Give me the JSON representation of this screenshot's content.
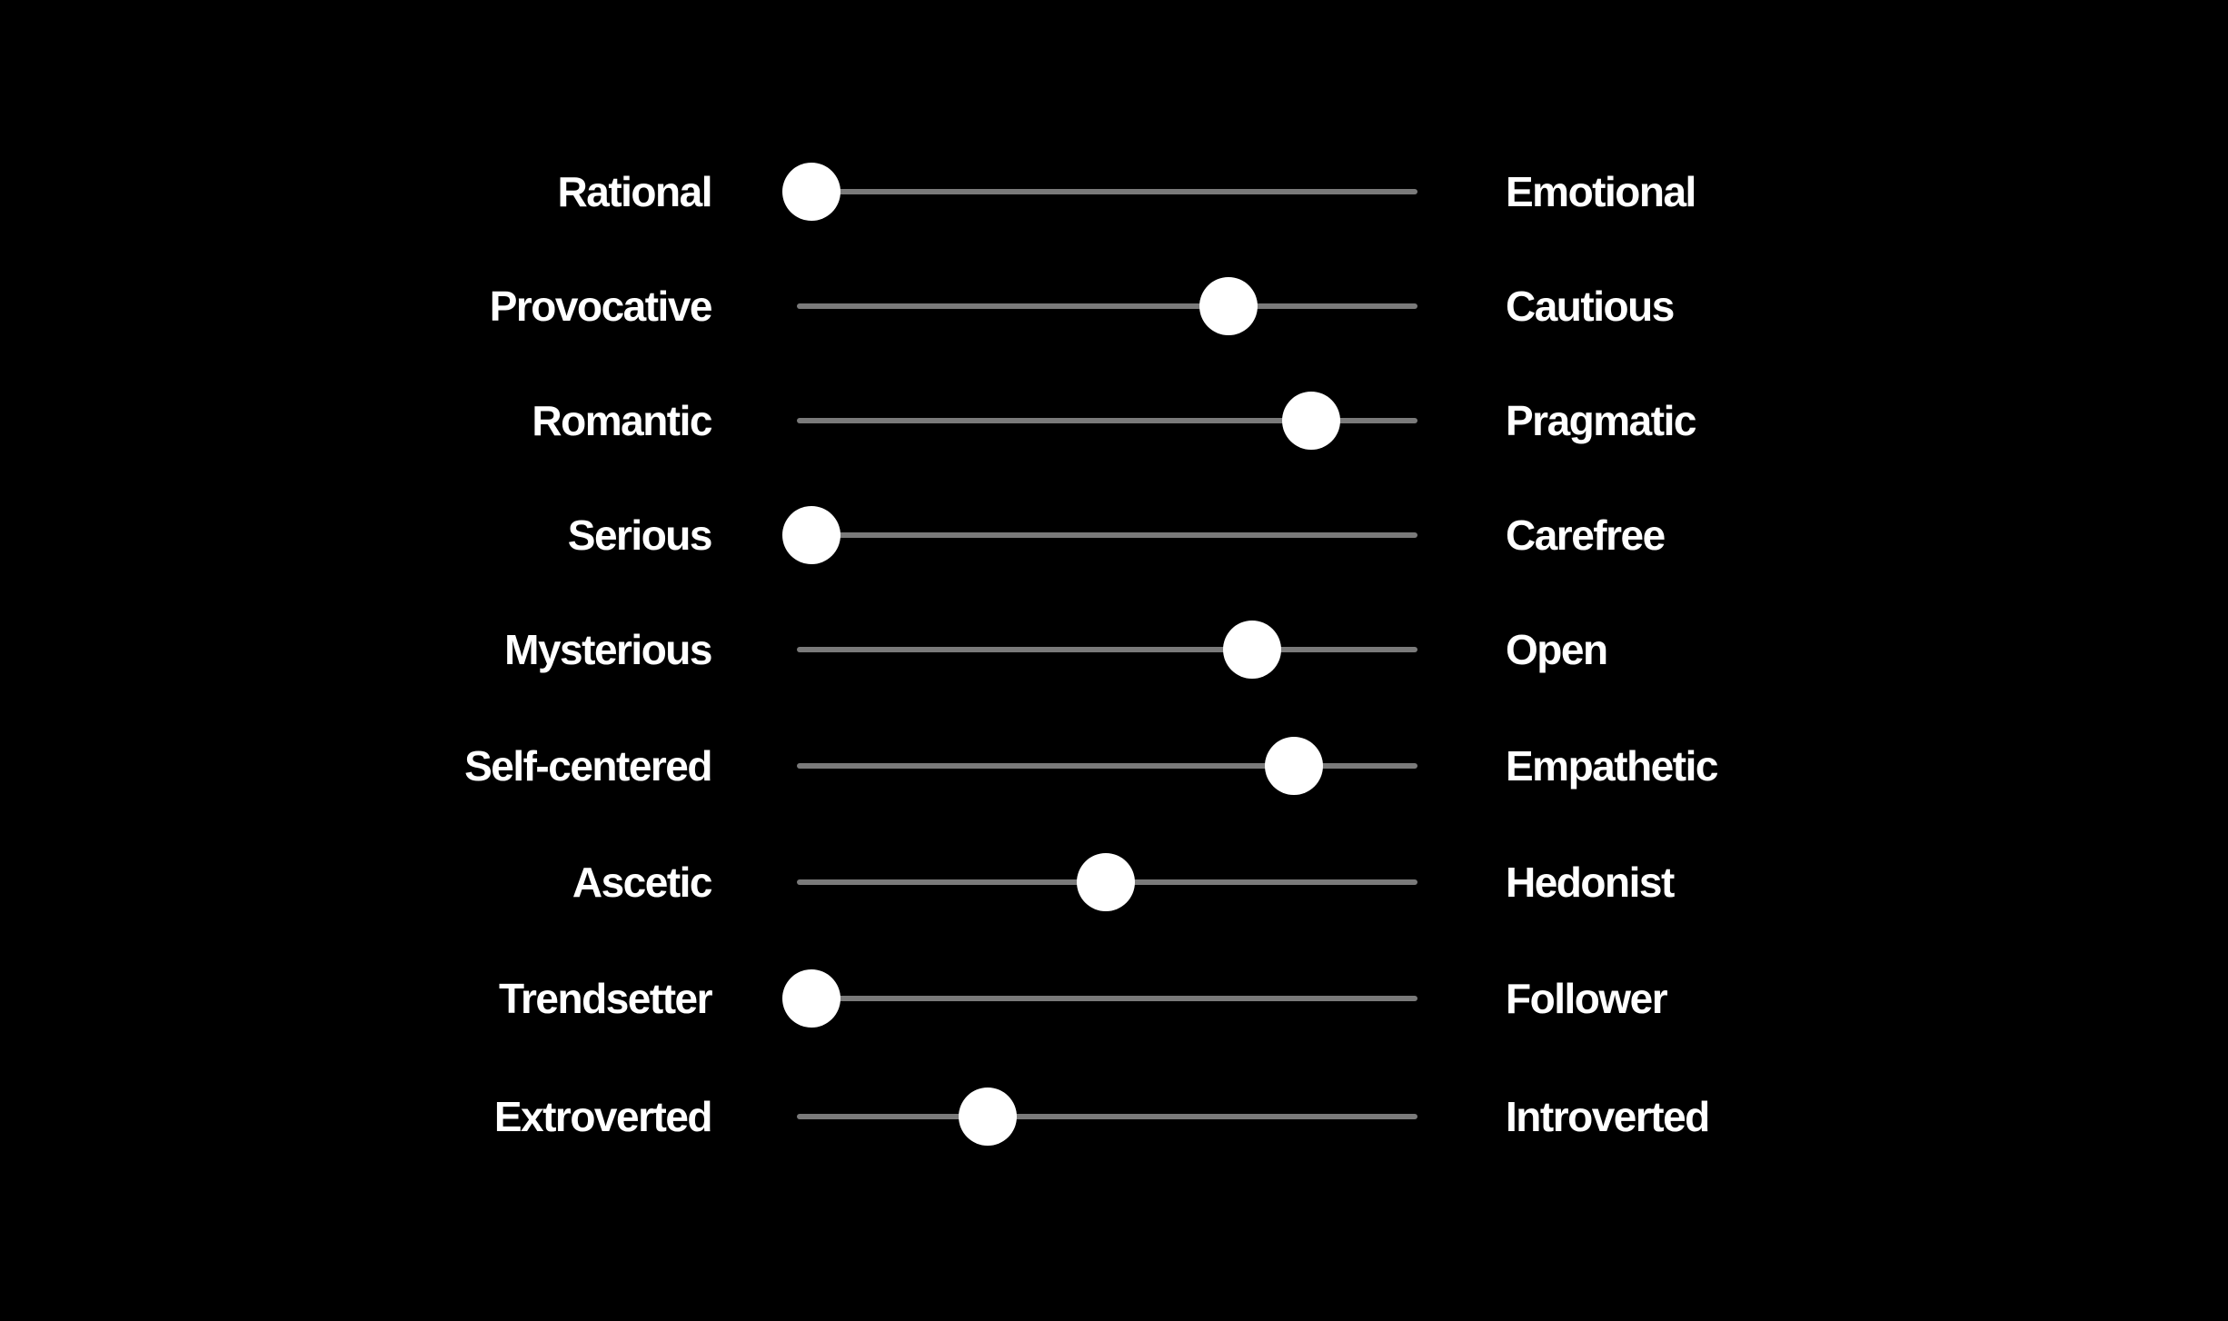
{
  "colors": {
    "background": "#000000",
    "text": "#ffffff",
    "track": "#7a7a7a",
    "thumb": "#ffffff"
  },
  "sliders": [
    {
      "left_label": "Rational",
      "right_label": "Emotional",
      "value": 0.0
    },
    {
      "left_label": "Provocative",
      "right_label": "Cautious",
      "value": 0.71
    },
    {
      "left_label": "Romantic",
      "right_label": "Pragmatic",
      "value": 0.85
    },
    {
      "left_label": "Serious",
      "right_label": "Carefree",
      "value": 0.0
    },
    {
      "left_label": "Mysterious",
      "right_label": "Open",
      "value": 0.75
    },
    {
      "left_label": "Self-centered",
      "right_label": "Empathetic",
      "value": 0.82
    },
    {
      "left_label": "Ascetic",
      "right_label": "Hedonist",
      "value": 0.5
    },
    {
      "left_label": "Trendsetter",
      "right_label": "Follower",
      "value": 0.0
    },
    {
      "left_label": "Extroverted",
      "right_label": "Introverted",
      "value": 0.3
    }
  ]
}
